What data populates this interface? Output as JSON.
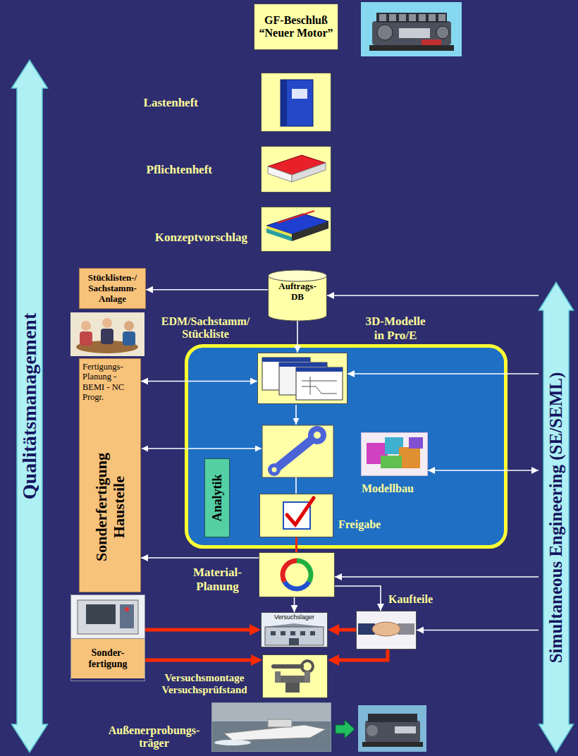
{
  "diagram": {
    "nodes": [
      {
        "text": [
          "GF-Beschluß “Neuer Motor”"
        ]
      },
      {
        "text": [
          "Lastenheft"
        ]
      },
      {
        "text": [
          "Pflichtenheft"
        ]
      },
      {
        "text": [
          "Konzeptvorschlag"
        ]
      },
      {
        "text": [
          "Stücklisten-/ Sachstamm- Anlage"
        ]
      },
      {
        "text": [
          "Auftrags- DB"
        ]
      },
      {
        "text": [
          "Fertigungs- Planung - BEMI - NC Progr.",
          "Sonderfertigung Hausteile"
        ]
      },
      {
        "text": [
          "3D-Modelle in Pro/E"
        ]
      },
      {
        "text": [
          "EDM/Sachstamm/ Stückliste"
        ],
        "in": 7
      },
      {
        "text": [
          "Analytik"
        ],
        "in": 7
      },
      {
        "text": [
          "Modellbau"
        ],
        "in": 7
      },
      {
        "text": [
          "Freigabe"
        ],
        "in": 7
      },
      {
        "text": [
          "Material- Planung"
        ]
      },
      {
        "text": [
          "Kaufteile"
        ]
      },
      {
        "text": [
          "Versuchslager"
        ]
      },
      {
        "text": [
          "Sonder- fertigung"
        ]
      },
      {
        "text": [
          "Versuchsmontage Versuchsprüfstand"
        ]
      },
      {
        "text": [
          "Außenerprobungs- träger"
        ]
      },
      {
        "text": [
          "Qualitätsmanagement"
        ]
      },
      {
        "text": [
          "Simultaneous Engineering (SE/SEML)"
        ]
      }
    ],
    "edges": [
      {
        "from": 5,
        "to": 4,
        "arrow": "to"
      },
      {
        "from": 5,
        "to": 8,
        "arrow": "to"
      },
      {
        "from": 6,
        "to": 8,
        "arrow": "both"
      },
      {
        "from": 12,
        "to": 6,
        "arrow": "to"
      },
      {
        "from": 11,
        "to": 12,
        "arrow": "none"
      },
      {
        "from": 12,
        "to": 14,
        "arrow": "to"
      },
      {
        "from": 12,
        "to": 13,
        "arrow": "to"
      },
      {
        "from": 15,
        "to": 14,
        "arrow": "to"
      },
      {
        "from": 15,
        "to": 16,
        "arrow": "to"
      },
      {
        "from": 13,
        "to": 14,
        "arrow": "to"
      },
      {
        "from": 13,
        "to": 16,
        "arrow": "to"
      },
      {
        "from": 10,
        "to": 19,
        "arrow": "both"
      },
      {
        "from": 19,
        "to": 5,
        "arrow": "to"
      },
      {
        "from": 19,
        "to": 8,
        "arrow": "to"
      },
      {
        "from": 19,
        "to": 12,
        "arrow": "to"
      },
      {
        "from": 19,
        "to": 13,
        "arrow": "to"
      }
    ]
  }
}
